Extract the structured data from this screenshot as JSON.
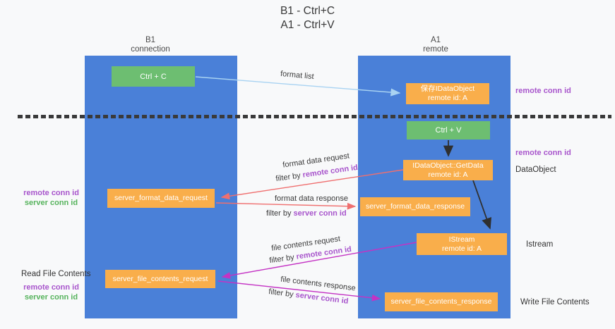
{
  "title": {
    "line1": "B1 - Ctrl+C",
    "line2": "A1 - Ctrl+V"
  },
  "columns": {
    "left": {
      "name": "B1",
      "subtitle": "connection"
    },
    "right": {
      "name": "A1",
      "subtitle": "remote"
    }
  },
  "nodes": {
    "ctrl_c": {
      "label": "Ctrl + C"
    },
    "save_idataobject": {
      "line1": "保存IDataObject",
      "line2": "remote id: A"
    },
    "ctrl_v": {
      "label": "Ctrl + V"
    },
    "getdata": {
      "line1": "IDataObject::GetData",
      "line2": "remote id: A"
    },
    "server_format_data_request": {
      "label": "server_format_data_request"
    },
    "server_format_data_response": {
      "label": "server_format_data_response"
    },
    "istream": {
      "line1": "IStream",
      "line2": "remote id: A"
    },
    "server_file_contents_request": {
      "label": "server_file_contents_request"
    },
    "server_file_contents_response": {
      "label": "server_file_contents_response"
    }
  },
  "arrow_labels": {
    "format_list": "format list",
    "format_data_request": "format data request",
    "format_data_response": "format data response",
    "file_contents_request": "file contents request",
    "file_contents_response": "file contents response",
    "filter_by": "filter by ",
    "remote_conn_id": "remote conn id",
    "server_conn_id": "server conn id"
  },
  "side_labels": {
    "right_remote_conn_id_1": "remote conn id",
    "right_remote_conn_id_2": "remote conn id",
    "dataobject": "DataObject",
    "istream": "Istream",
    "write_file_contents": "Write File Contents",
    "left_remote_conn_id_1": "remote conn id",
    "left_server_conn_id_1": "server conn id",
    "read_file_contents": "Read File Contents",
    "left_remote_conn_id_2": "remote conn id",
    "left_server_conn_id_2": "server conn id"
  },
  "colors": {
    "background": "#f8f9fa",
    "column_blue": "#4a80d8",
    "box_green": "#6dbe71",
    "box_orange": "#f9ae4b",
    "label_purple": "#a855cc",
    "label_green": "#56b35c",
    "arrow_lightblue": "#a9d3f2",
    "arrow_salmon": "#ef6f6f",
    "arrow_magenta": "#c433c4",
    "arrow_black": "#2f2f2f",
    "dash_line": "#3a3a3a"
  }
}
